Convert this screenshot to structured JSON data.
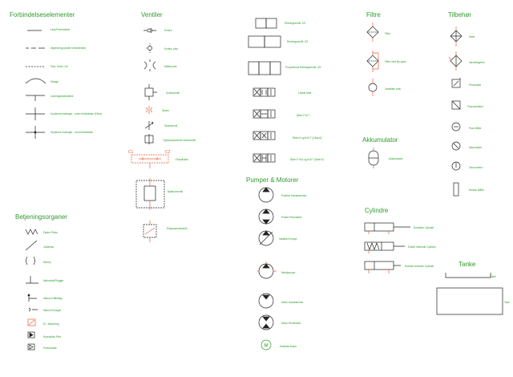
{
  "sections": {
    "connections": "Forbindelseselementer",
    "valves": "Ventiler",
    "filters": "Filtre",
    "accessories": "Tilbehør",
    "controls": "Betjeningsorganer",
    "pumps": "Pumper & Motorer",
    "accumulator": "Akkumulator",
    "cylinders": "Cylindre",
    "tanks": "Tanke"
  },
  "connections_labels": [
    "Linje/Forbindelse",
    "Afgrenning (andet forbindende)",
    "Pilot, Drain, Ud",
    "Slange",
    "Ledningsforbindelse",
    "Krydsene ledninger - uden forbindelse (Flere)",
    "Krydsene ledninger - med forbindelse"
  ],
  "valve_labels": [
    "Kontra",
    "Kontra, pilot",
    "Nålekontra",
    "Kontraventil",
    "Strøm",
    "Strømventil",
    "Trykkompenseret strømventil",
    "Flowdivider",
    "Balanceventil",
    "Ekspansionsventil"
  ],
  "directional_labels": [
    "Retningsventil, 2/2",
    "Retningsventil, 3/2",
    "Proportional Retningsventil, 4/3",
    "Lukket Midt",
    "Åben P til T",
    "Åben A og B til T (Cikla A)",
    "Åben P til A og B til T (Midt H)"
  ],
  "filter_labels": [
    "Filter",
    "Filter med By-pass",
    "Vandfilter tank"
  ],
  "accessory_labels": [
    "Køler",
    "Varmelegeme",
    "Pressostat",
    "Flowmoniteter",
    "Flow Måler",
    "Manometer",
    "Termometer",
    "Niveau Måler"
  ],
  "control_labels": [
    "Fjeder Pilots",
    "Justerbar",
    "Dæmp",
    "Mekanisk/Plugger",
    "Manuel Håndtag",
    "Manuel Knappe",
    "El - Aktivering",
    "Hydraulisk Pilot",
    "Pneumatisk"
  ],
  "pump_labels": [
    "Positive Haststrømme",
    "Positiv Reversibel",
    "Variabel Pumpe",
    "Hældpumpe",
    "Motor Hastsrømme",
    "Motor Reversibel",
    "Elektrisk Motor"
  ],
  "accumulator_labels": [
    "Akkumulator"
  ],
  "cylinder_labels": [
    "Dobbelte Cylinder",
    "Enkelt Virkende Cylinder",
    "Dobbelt virkende Cylinder"
  ],
  "tank_labels": [
    "Tank",
    "Tank"
  ],
  "symbol_text": {
    "motor": "M",
    "c1": "C1",
    "c2": "C2"
  },
  "colors": {
    "heading": "#2e9a2e",
    "line": "#222222",
    "accent": "#e8603c"
  }
}
